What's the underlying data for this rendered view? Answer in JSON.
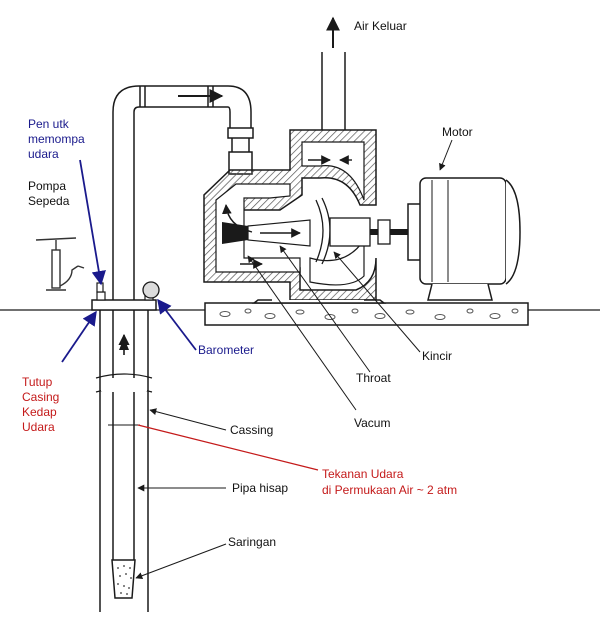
{
  "labels": {
    "air_keluar": "Air Keluar",
    "motor": "Motor",
    "pen_l1": "Pen utk",
    "pen_l2": "memompa",
    "pen_l3": "udara",
    "pompa_l1": "Pompa",
    "pompa_l2": "Sepeda",
    "barometer": "Barometer",
    "tutup_l1": "Tutup",
    "tutup_l2": "Casing",
    "tutup_l3": "Kedap",
    "tutup_l4": "Udara",
    "kincir": "Kincir",
    "throat": "Throat",
    "vacum": "Vacum",
    "cassing": "Cassing",
    "tekanan_l1": "Tekanan Udara",
    "tekanan_l2": "di Permukaan Air ~ 2 atm",
    "pipa_hisap": "Pipa hisap",
    "saringan": "Saringan"
  },
  "colors": {
    "line": "#1a1a1a",
    "blue_label": "#1a1a8c",
    "red_label": "#c41a1a",
    "hatch": "#555555"
  }
}
